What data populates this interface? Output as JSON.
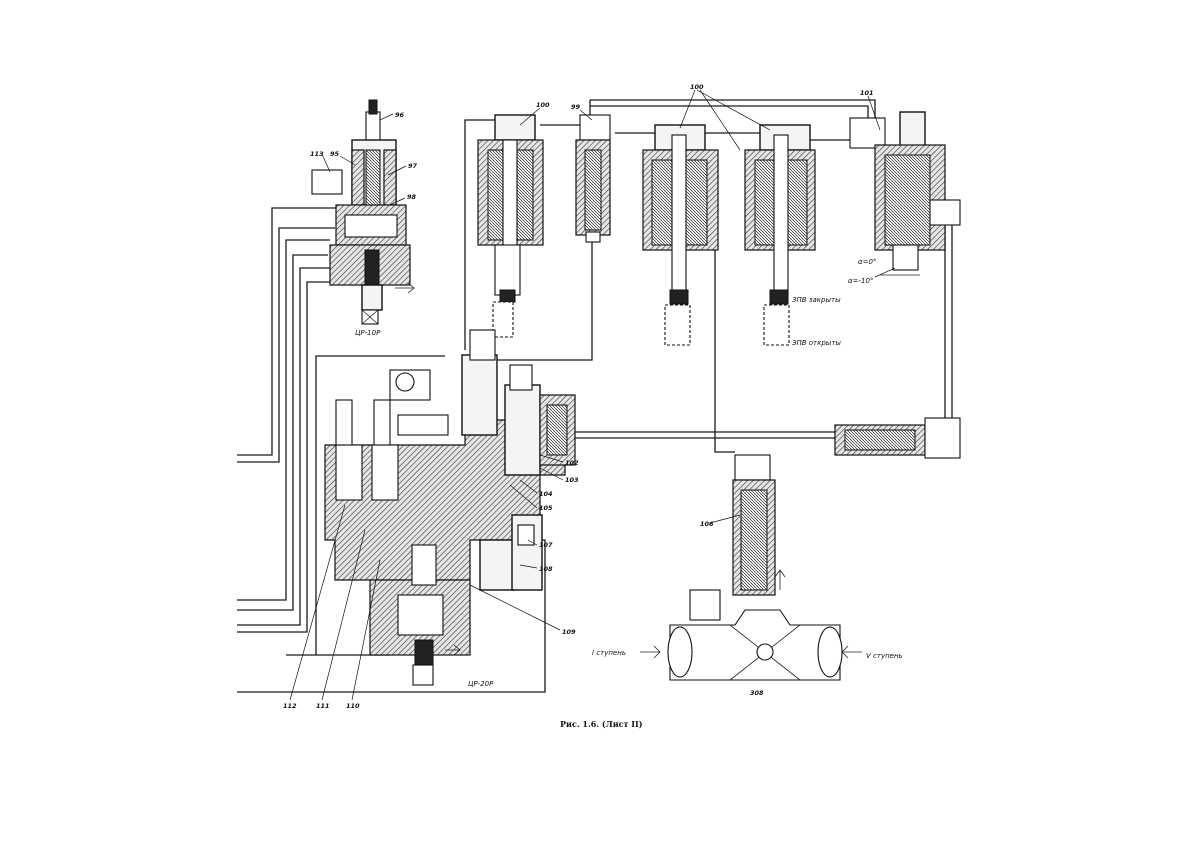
{
  "figure": {
    "caption": "Рис. 1.6. (Лист II)"
  },
  "units": {
    "cr10": "ЦР-10Р",
    "cr20": "ЦР-20Р",
    "zpv_closed": "ЗПВ закрыты",
    "zpv_open": "ЗПВ открыты",
    "angle_0": "α=0°",
    "angle_10": "α=-10°",
    "stage_1": "I ступень",
    "stage_5": "V ступень",
    "valve_308": "308"
  },
  "part_numbers": {
    "n96": "96",
    "n113": "113",
    "n95": "95",
    "n97": "97",
    "n98": "98",
    "n100a": "100",
    "n99": "99",
    "n100b": "100",
    "n101": "101",
    "n102": "102",
    "n103": "103",
    "n104": "104",
    "n105": "105",
    "n106": "106",
    "n107": "107",
    "n108": "108",
    "n109": "109",
    "n110": "110",
    "n111": "111",
    "n112": "112"
  }
}
